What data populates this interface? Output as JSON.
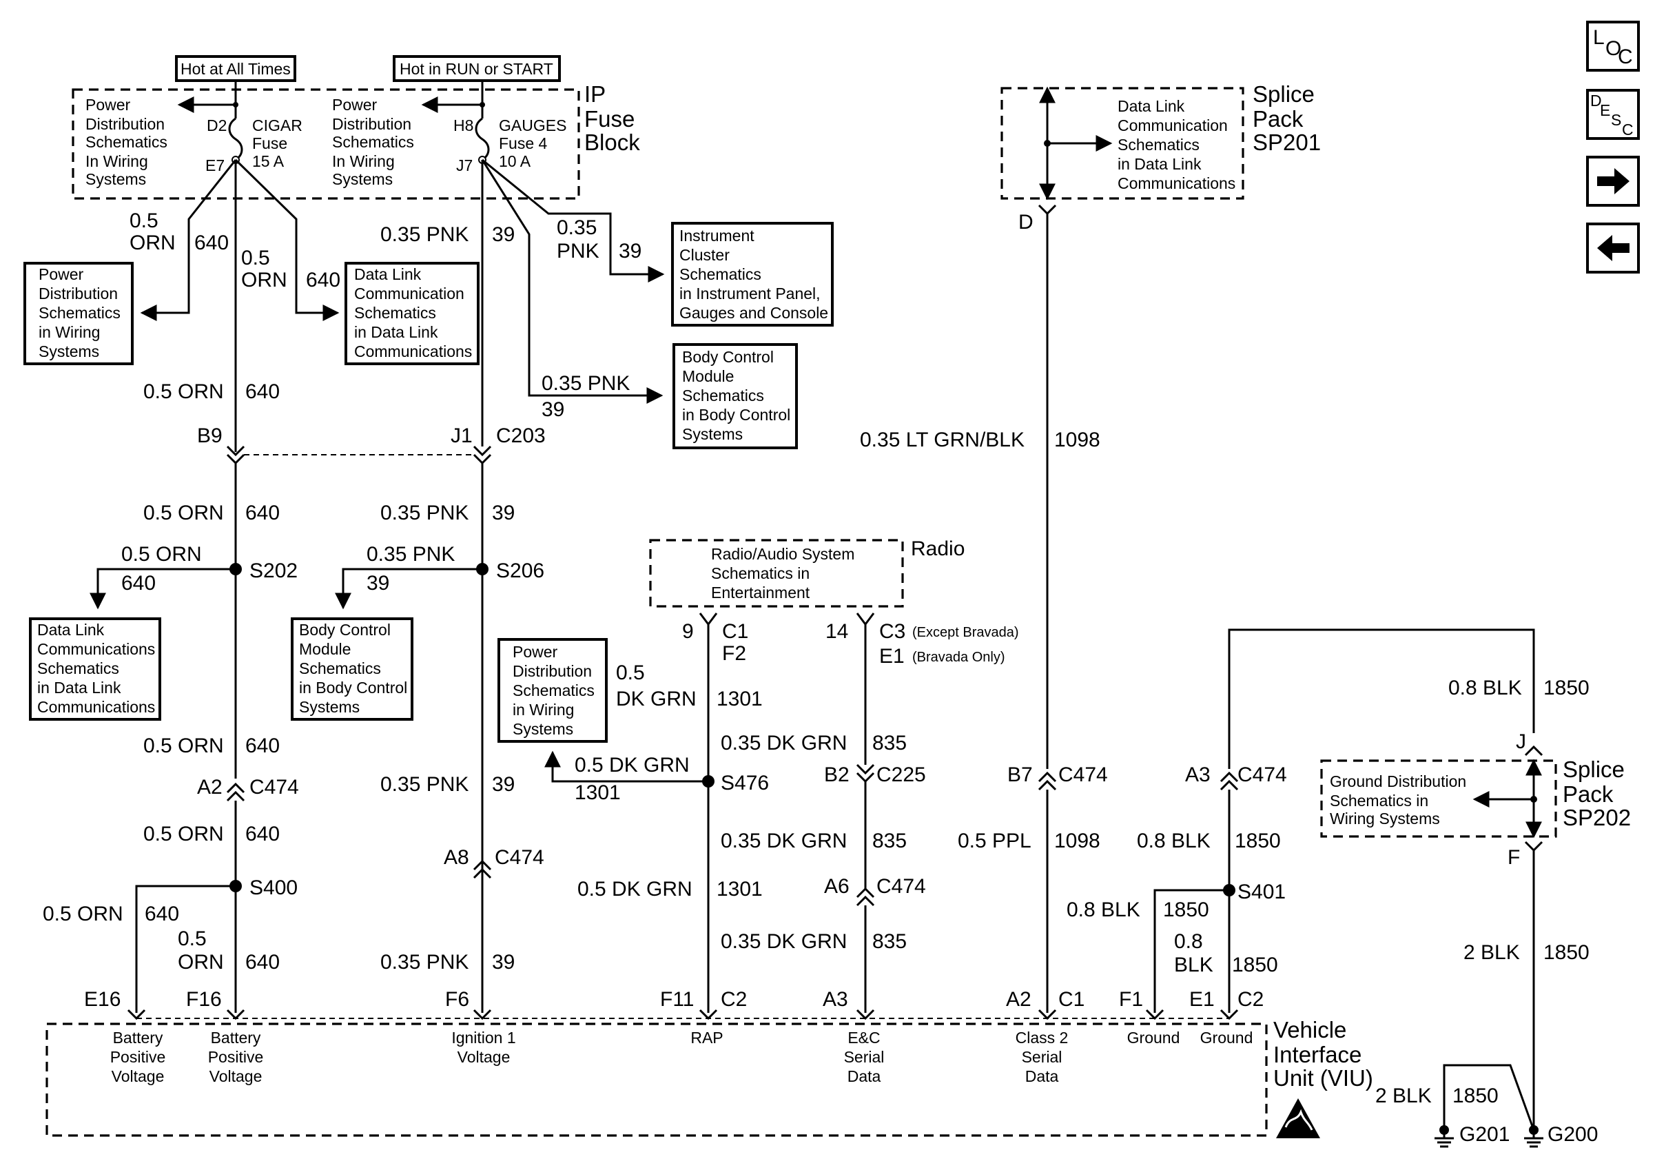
{
  "power_labels": {
    "hot_all_times": "Hot at All Times",
    "hot_run_start": "Hot in RUN or START"
  },
  "ip_fuse_block": {
    "title": [
      "IP",
      "Fuse",
      "Block"
    ],
    "left_ref": [
      "Power",
      "Distribution",
      "Schematics",
      "In Wiring",
      "Systems"
    ],
    "mid_ref": [
      "Power",
      "Distribution",
      "Schematics",
      "In Wiring",
      "Systems"
    ],
    "cigar_fuse": [
      "CIGAR",
      "Fuse",
      "15 A"
    ],
    "gauges_fuse": [
      "GAUGES",
      "Fuse 4",
      "10 A"
    ],
    "pins": {
      "d2": "D2",
      "e7": "E7",
      "h8": "H8",
      "j7": "J7"
    }
  },
  "wire_labels": {
    "orn05a": [
      "0.5",
      "ORN"
    ],
    "orn05a_num": "640",
    "orn05b": [
      "0.5",
      "ORN"
    ],
    "orn05b_num": "640",
    "pnk035_top": "0.35 PNK",
    "pnk035_top_num": "39",
    "pnk035_ic": [
      "0.35",
      "PNK"
    ],
    "pnk035_ic_num": "39",
    "pnk035_bcm": "0.35 PNK",
    "pnk035_bcm_num": "39",
    "orn_640_1": "0.5 ORN",
    "num_640_1": "640",
    "orn_640_2": "0.5 ORN",
    "num_640_2": "640",
    "orn_s202": "0.5 ORN",
    "num_s202": "640",
    "orn_640_3": "0.5 ORN",
    "num_640_3": "640",
    "orn_640_4": "0.5 ORN",
    "num_640_4": "640",
    "orn_e16": "0.5 ORN",
    "num_e16": "640",
    "orn_f16": [
      "0.5",
      "ORN"
    ],
    "num_f16": "640",
    "pnk_2": "0.35 PNK",
    "pnk_2_num": "39",
    "pnk_s206": "0.35 PNK",
    "pnk_s206_num": "39",
    "pnk_3": "0.35 PNK",
    "pnk_3_num": "39",
    "pnk_4": "0.35 PNK",
    "pnk_4_num": "39",
    "dkgrn_top": [
      "0.5",
      "DK GRN"
    ],
    "dkgrn_top_num": "1301",
    "dkgrn_s476": "0.5 DK GRN",
    "dkgrn_s476_num": "1301",
    "dkgrn_bot": "0.5 DK GRN",
    "dkgrn_bot_num": "1301",
    "dkgrn835_1": "0.35 DK GRN",
    "dkgrn835_1_num": "835",
    "dkgrn835_2": "0.35 DK GRN",
    "dkgrn835_2_num": "835",
    "dkgrn835_3": "0.35 DK GRN",
    "dkgrn835_3_num": "835",
    "ltgrn": "0.35 LT GRN/BLK",
    "ltgrn_num": "1098",
    "ppl": "0.5 PPL",
    "ppl_num": "1098",
    "blk_top": "0.8 BLK",
    "blk_top_num": "1850",
    "blk_a3": "0.8 BLK",
    "blk_a3_num": "1850",
    "blk_f1": "0.8 BLK",
    "blk_f1_num": "1850",
    "blk_e1": [
      "0.8",
      "BLK"
    ],
    "blk_e1_num": "1850",
    "blk2_f": "2 BLK",
    "blk2_f_num": "1850",
    "blk2_g": "2 BLK",
    "blk2_g_num": "1850"
  },
  "connectors": {
    "b9": "B9",
    "j1": "J1",
    "c203": "C203",
    "a2": "A2",
    "c474_a2": "C474",
    "a8": "A8",
    "c474_a8": "C474",
    "b2": "B2",
    "c225": "C225",
    "a6": "A6",
    "c474_a6": "C474",
    "b7": "B7",
    "c474_b7": "C474",
    "a3": "A3",
    "c474_a3": "C474",
    "d": "D",
    "j": "J",
    "f": "F",
    "c1_9": "9",
    "c1": "C1",
    "f2": "F2",
    "c3_14": "14",
    "c3": "C3",
    "c3_note": "(Except Bravada)",
    "e1": "E1",
    "e1_note": "(Bravada Only)"
  },
  "splices": {
    "s202": "S202",
    "s206": "S206",
    "s476": "S476",
    "s400": "S400",
    "s401": "S401"
  },
  "ref_boxes": {
    "pd_left": [
      "Power",
      "Distribution",
      "Schematics",
      "in Wiring",
      "Systems"
    ],
    "dl_top": [
      "Data Link",
      "Communication",
      "Schematics",
      "in Data Link",
      "Communications"
    ],
    "ic": [
      "Instrument",
      "Cluster",
      "Schematics",
      "in Instrument Panel,",
      "Gauges and Console"
    ],
    "bcm_top": [
      "Body Control",
      "Module",
      "Schematics",
      "in Body Control",
      "Systems"
    ],
    "dl_s202": [
      "Data Link",
      "Communications",
      "Schematics",
      "in Data Link",
      "Communications"
    ],
    "bcm_s206": [
      "Body Control",
      "Module",
      "Schematics",
      "in Body Control",
      "Systems"
    ],
    "pd_s476": [
      "Power",
      "Distribution",
      "Schematics",
      "in Wiring",
      "Systems"
    ],
    "radio": [
      "Radio/Audio System",
      "Schematics in",
      "Entertainment"
    ],
    "radio_title": "Radio",
    "sp201_box": [
      "Data Link",
      "Communication",
      "Schematics",
      "in Data Link",
      "Communications"
    ],
    "sp201_title": [
      "Splice",
      "Pack",
      "SP201"
    ],
    "sp202_box": [
      "Ground Distribution",
      "Schematics in",
      "Wiring Systems"
    ],
    "sp202_title": [
      "Splice",
      "Pack",
      "SP202"
    ]
  },
  "viu": {
    "title": [
      "Vehicle",
      "Interface",
      "Unit (VIU)"
    ],
    "pins": {
      "e16": "E16",
      "f16": "F16",
      "f6": "F6",
      "f11": "F11",
      "c2a": "C2",
      "a3": "A3",
      "a2": "A2",
      "c1": "C1",
      "f1": "F1",
      "e1": "E1",
      "c2b": "C2"
    },
    "functions": {
      "e16": [
        "Battery",
        "Positive",
        "Voltage"
      ],
      "f16": [
        "Battery",
        "Positive",
        "Voltage"
      ],
      "f6": [
        "Ignition 1",
        "Voltage"
      ],
      "f11": [
        "RAP"
      ],
      "a3": [
        "E&C",
        "Serial",
        "Data"
      ],
      "a2": [
        "Class 2",
        "Serial",
        "Data"
      ],
      "f1": [
        "Ground"
      ],
      "e1": [
        "Ground"
      ]
    }
  },
  "grounds": {
    "g201": "G201",
    "g200": "G200"
  },
  "nav_icons": {
    "loc": [
      "L",
      "O",
      "C"
    ],
    "desc": [
      "D",
      "E",
      "S",
      "C"
    ],
    "next": "right-arrow",
    "prev": "left-arrow"
  }
}
